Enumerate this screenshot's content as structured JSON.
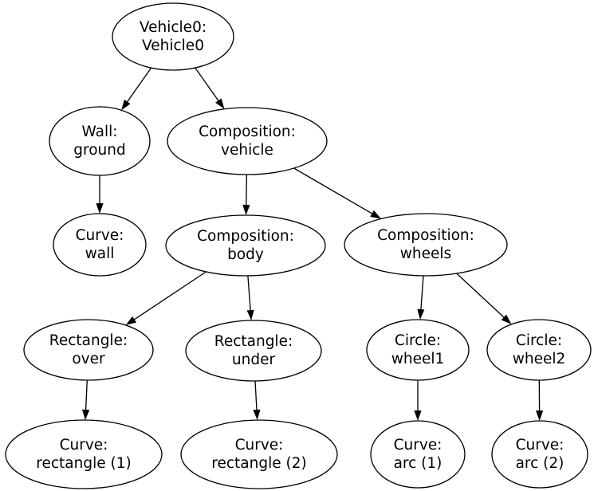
{
  "diagram": {
    "type": "tree",
    "background_color": "#ffffff",
    "node_stroke_color": "#000000",
    "node_fill_color": "#ffffff",
    "edge_color": "#000000",
    "text_color": "#000000",
    "nodes": [
      {
        "id": "vehicle0",
        "lines": [
          "Vehicle0:",
          "Vehicle0"
        ]
      },
      {
        "id": "wall_ground",
        "lines": [
          "Wall:",
          "ground"
        ]
      },
      {
        "id": "comp_vehicle",
        "lines": [
          "Composition:",
          "vehicle"
        ]
      },
      {
        "id": "curve_wall",
        "lines": [
          "Curve:",
          "wall"
        ]
      },
      {
        "id": "comp_body",
        "lines": [
          "Composition:",
          "body"
        ]
      },
      {
        "id": "comp_wheels",
        "lines": [
          "Composition:",
          "wheels"
        ]
      },
      {
        "id": "rect_over",
        "lines": [
          "Rectangle:",
          "over"
        ]
      },
      {
        "id": "rect_under",
        "lines": [
          "Rectangle:",
          "under"
        ]
      },
      {
        "id": "circle_wheel1",
        "lines": [
          "Circle:",
          "wheel1"
        ]
      },
      {
        "id": "circle_wheel2",
        "lines": [
          "Circle:",
          "wheel2"
        ]
      },
      {
        "id": "curve_rect1",
        "lines": [
          "Curve:",
          "rectangle (1)"
        ]
      },
      {
        "id": "curve_rect2",
        "lines": [
          "Curve:",
          "rectangle (2)"
        ]
      },
      {
        "id": "curve_arc1",
        "lines": [
          "Curve:",
          "arc (1)"
        ]
      },
      {
        "id": "curve_arc2",
        "lines": [
          "Curve:",
          "arc (2)"
        ]
      }
    ],
    "edges": [
      {
        "from": "vehicle0",
        "to": "wall_ground"
      },
      {
        "from": "vehicle0",
        "to": "comp_vehicle"
      },
      {
        "from": "wall_ground",
        "to": "curve_wall"
      },
      {
        "from": "comp_vehicle",
        "to": "comp_body"
      },
      {
        "from": "comp_vehicle",
        "to": "comp_wheels"
      },
      {
        "from": "comp_body",
        "to": "rect_over"
      },
      {
        "from": "comp_body",
        "to": "rect_under"
      },
      {
        "from": "comp_wheels",
        "to": "circle_wheel1"
      },
      {
        "from": "comp_wheels",
        "to": "circle_wheel2"
      },
      {
        "from": "rect_over",
        "to": "curve_rect1"
      },
      {
        "from": "rect_under",
        "to": "curve_rect2"
      },
      {
        "from": "circle_wheel1",
        "to": "curve_arc1"
      },
      {
        "from": "circle_wheel2",
        "to": "curve_arc2"
      }
    ]
  }
}
